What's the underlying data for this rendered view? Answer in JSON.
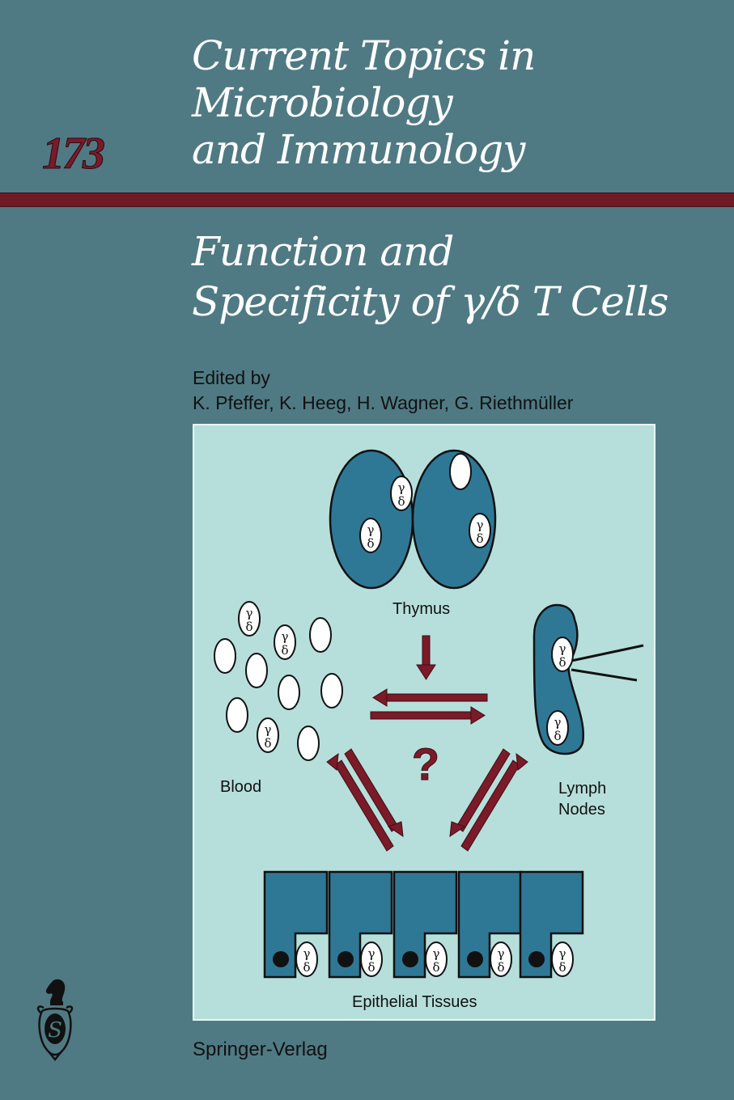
{
  "series": {
    "title_lines": [
      "Current Topics in",
      "Microbiology",
      "and Immunology"
    ],
    "volume_number": "173"
  },
  "book": {
    "title_lines": [
      "Function and",
      "Specificity of γ/δ T Cells"
    ]
  },
  "editors": {
    "label": "Edited by",
    "names": "K. Pfeffer, K. Heeg, H. Wagner, G. Riethmüller"
  },
  "figure": {
    "labels": {
      "thymus": "Thymus",
      "blood": "Blood",
      "lymph_line1": "Lymph",
      "lymph_line2": "Nodes",
      "epithelial": "Epithelial Tissues",
      "question": "?"
    },
    "cell_marker_top": "γ",
    "cell_marker_bottom": "δ",
    "colors": {
      "background": "#b6dfdb",
      "organ": "#2e7896",
      "arrow": "#7b1a28",
      "cell": "#ffffff"
    }
  },
  "publisher": {
    "name": "Springer-Verlag",
    "logo": "springer-knight-logo"
  },
  "colors": {
    "cover": "#4f7a84",
    "band": "#701a25",
    "volume_number": "#7b1a28"
  }
}
